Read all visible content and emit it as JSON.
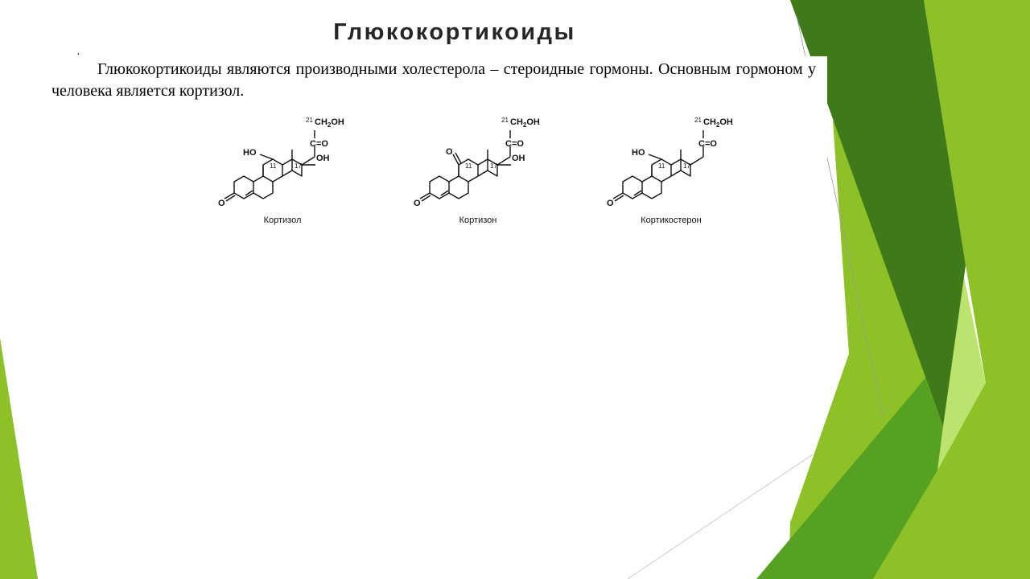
{
  "slide": {
    "title": "Глюкокортикоиды",
    "bullet": "·",
    "paragraph": "Глюкокортикоиды являются производными холестерола – стероидные гормоны. Основным гормоном у человека является кортизол."
  },
  "structure_labels": {
    "c21": "21",
    "ch2": "CH",
    "sub2": "2",
    "oh_tail": "OH",
    "c_eq": "C=O",
    "oh": "OH",
    "ho": "HO",
    "o": "O",
    "c11": "11",
    "c17": "17"
  },
  "molecules": [
    {
      "name": "Кортизол"
    },
    {
      "name": "Кортизон"
    },
    {
      "name": "Кортикостерон"
    }
  ],
  "colors": {
    "dark_green": "#3f7a1a",
    "mid_green": "#56a122",
    "light_green": "#8dc127",
    "pale_green": "#bde36f",
    "title": "#262626"
  }
}
